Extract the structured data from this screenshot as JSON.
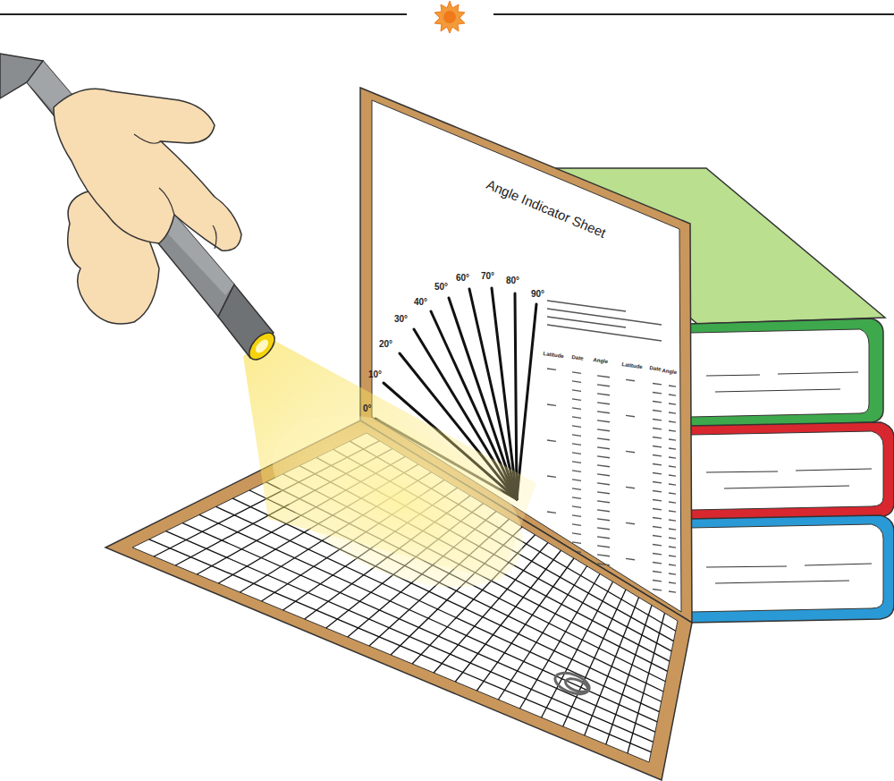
{
  "diagram": {
    "labels": [
      "Angle Indicator Sheet",
      "0°",
      "10°",
      "20°",
      "30°",
      "40°",
      "50°",
      "60°",
      "70°",
      "80°",
      "90°",
      "Latitude",
      "Date",
      "Angle",
      "Latitude",
      "Date",
      "Angle"
    ]
  }
}
